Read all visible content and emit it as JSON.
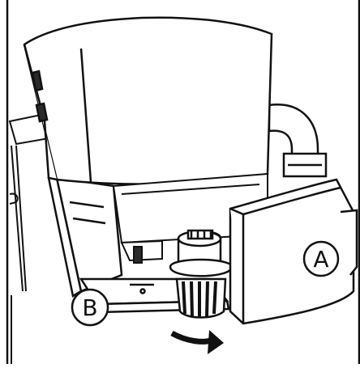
{
  "diagram": {
    "type": "technical-line-illustration",
    "labels": {
      "panel": "A",
      "base": "B"
    },
    "arrow": {
      "direction": "clockwise"
    },
    "colors": {
      "line": "#111111",
      "fill": "#ffffff",
      "shade": "#2a2a2a",
      "background": "#ffffff"
    }
  }
}
